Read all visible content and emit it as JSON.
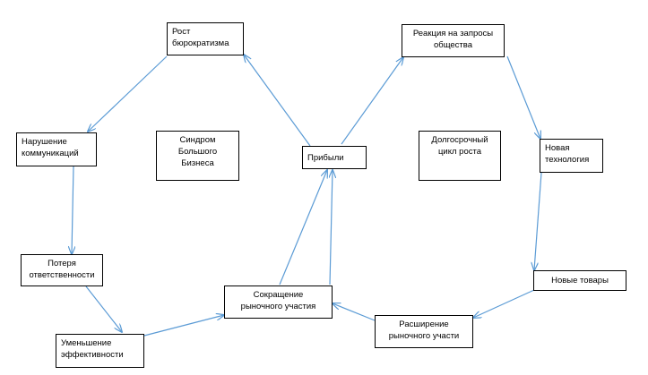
{
  "colors": {
    "edge": "#5b9bd5",
    "box_border": "#000000",
    "text": "#000000",
    "background": "#ffffff"
  },
  "nodes": {
    "rost": "Рост\nбюрократизма",
    "reakciya": "Реакция на запросы\nобщества",
    "narushenie": "Нарушение\nкоммуникаций",
    "sindrom": "Синдром\nБольшого\nБизнеса",
    "pribyli": "Прибыли",
    "dolgosrochnyi": "Долгосрочный\nцикл роста",
    "novaya_tehnologiya": "Новая\nтехнология",
    "poterya": "Потеря\nответственности",
    "novye_tovary": "Новые товары",
    "sokrashchenie": "Сокращение\nрыночного участия",
    "rasshirenie": "Расширение\nрыночного участи",
    "umenshenie": "Уменьшение\nэффективности"
  }
}
